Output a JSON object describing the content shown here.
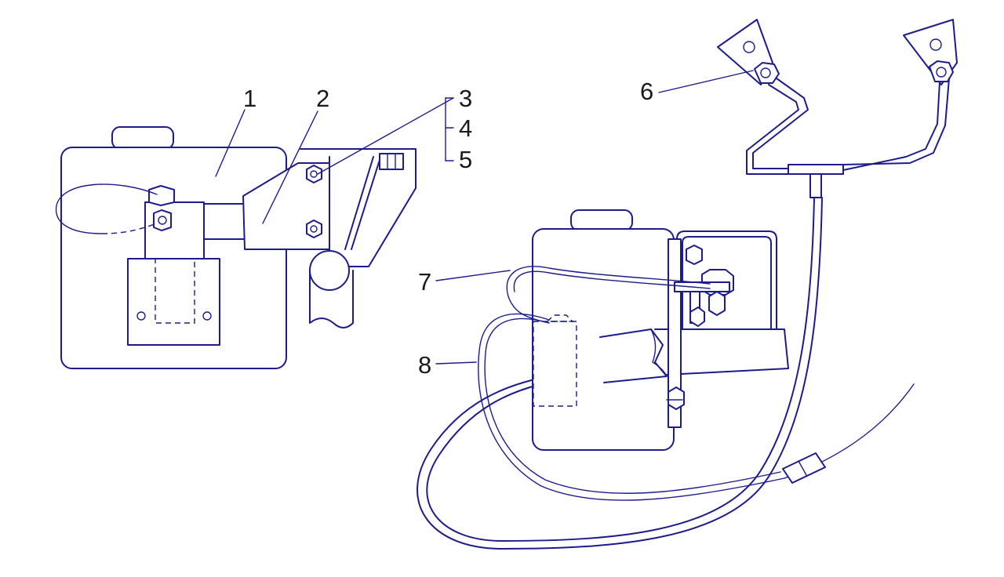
{
  "diagram": {
    "ink_color": "#1c1c8c",
    "text_color": "#1a1a1a",
    "background": "#ffffff",
    "callouts": {
      "c1": "1",
      "c2": "2",
      "c3": "3",
      "c4": "4",
      "c5": "5",
      "c6": "6",
      "c7": "7",
      "c8": "8"
    }
  }
}
